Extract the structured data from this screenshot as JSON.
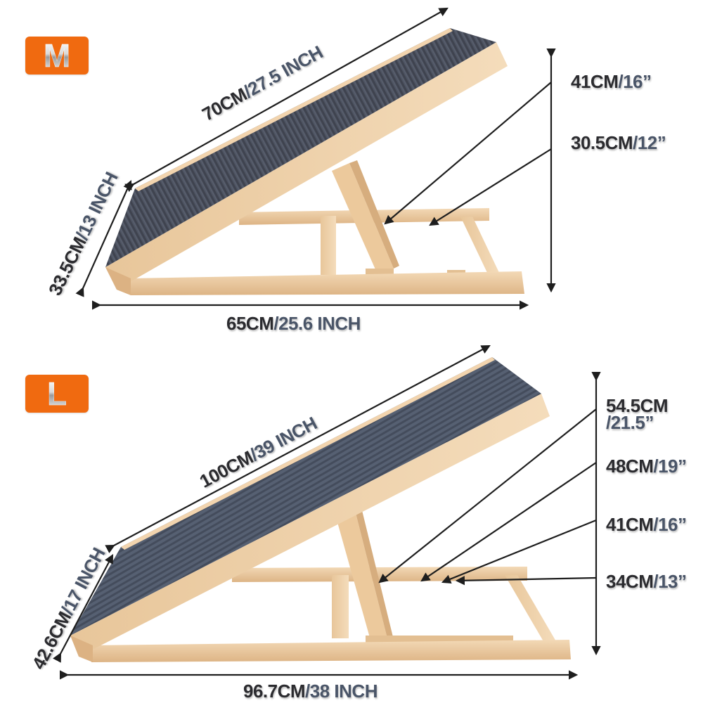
{
  "sizes": [
    {
      "id": "M",
      "badge_label": "M",
      "length": {
        "cm": "70CM",
        "inch": "/27.5 INCH"
      },
      "width": {
        "cm": "33.5CM",
        "inch": "/13 INCH"
      },
      "base_length": {
        "cm": "65CM",
        "inch": "/25.6 INCH"
      },
      "heights": [
        {
          "cm": "41CM",
          "inch": "/16”"
        },
        {
          "cm": "30.5CM",
          "inch": "/12”"
        }
      ]
    },
    {
      "id": "L",
      "badge_label": "L",
      "length": {
        "cm": "100CM",
        "inch": "/39 INCH"
      },
      "width": {
        "cm": "42.6CM",
        "inch": "/17 INCH"
      },
      "base_length": {
        "cm": "96.7CM",
        "inch": "/38 INCH"
      },
      "heights": [
        {
          "cm": "54.5CM",
          "inch": "/21.5”"
        },
        {
          "cm": "48CM",
          "inch": "/19”"
        },
        {
          "cm": "41CM",
          "inch": "/16”"
        },
        {
          "cm": "34CM",
          "inch": "/13”"
        }
      ]
    }
  ],
  "colors": {
    "badge": "#f06a10",
    "text_dark": "#2b2b2f",
    "text_slate": "#4a5568",
    "carpet": "#4d5260",
    "wood": "#e9c9a0",
    "wood_dark": "#c99a68",
    "arrow": "#1e1e1e"
  }
}
